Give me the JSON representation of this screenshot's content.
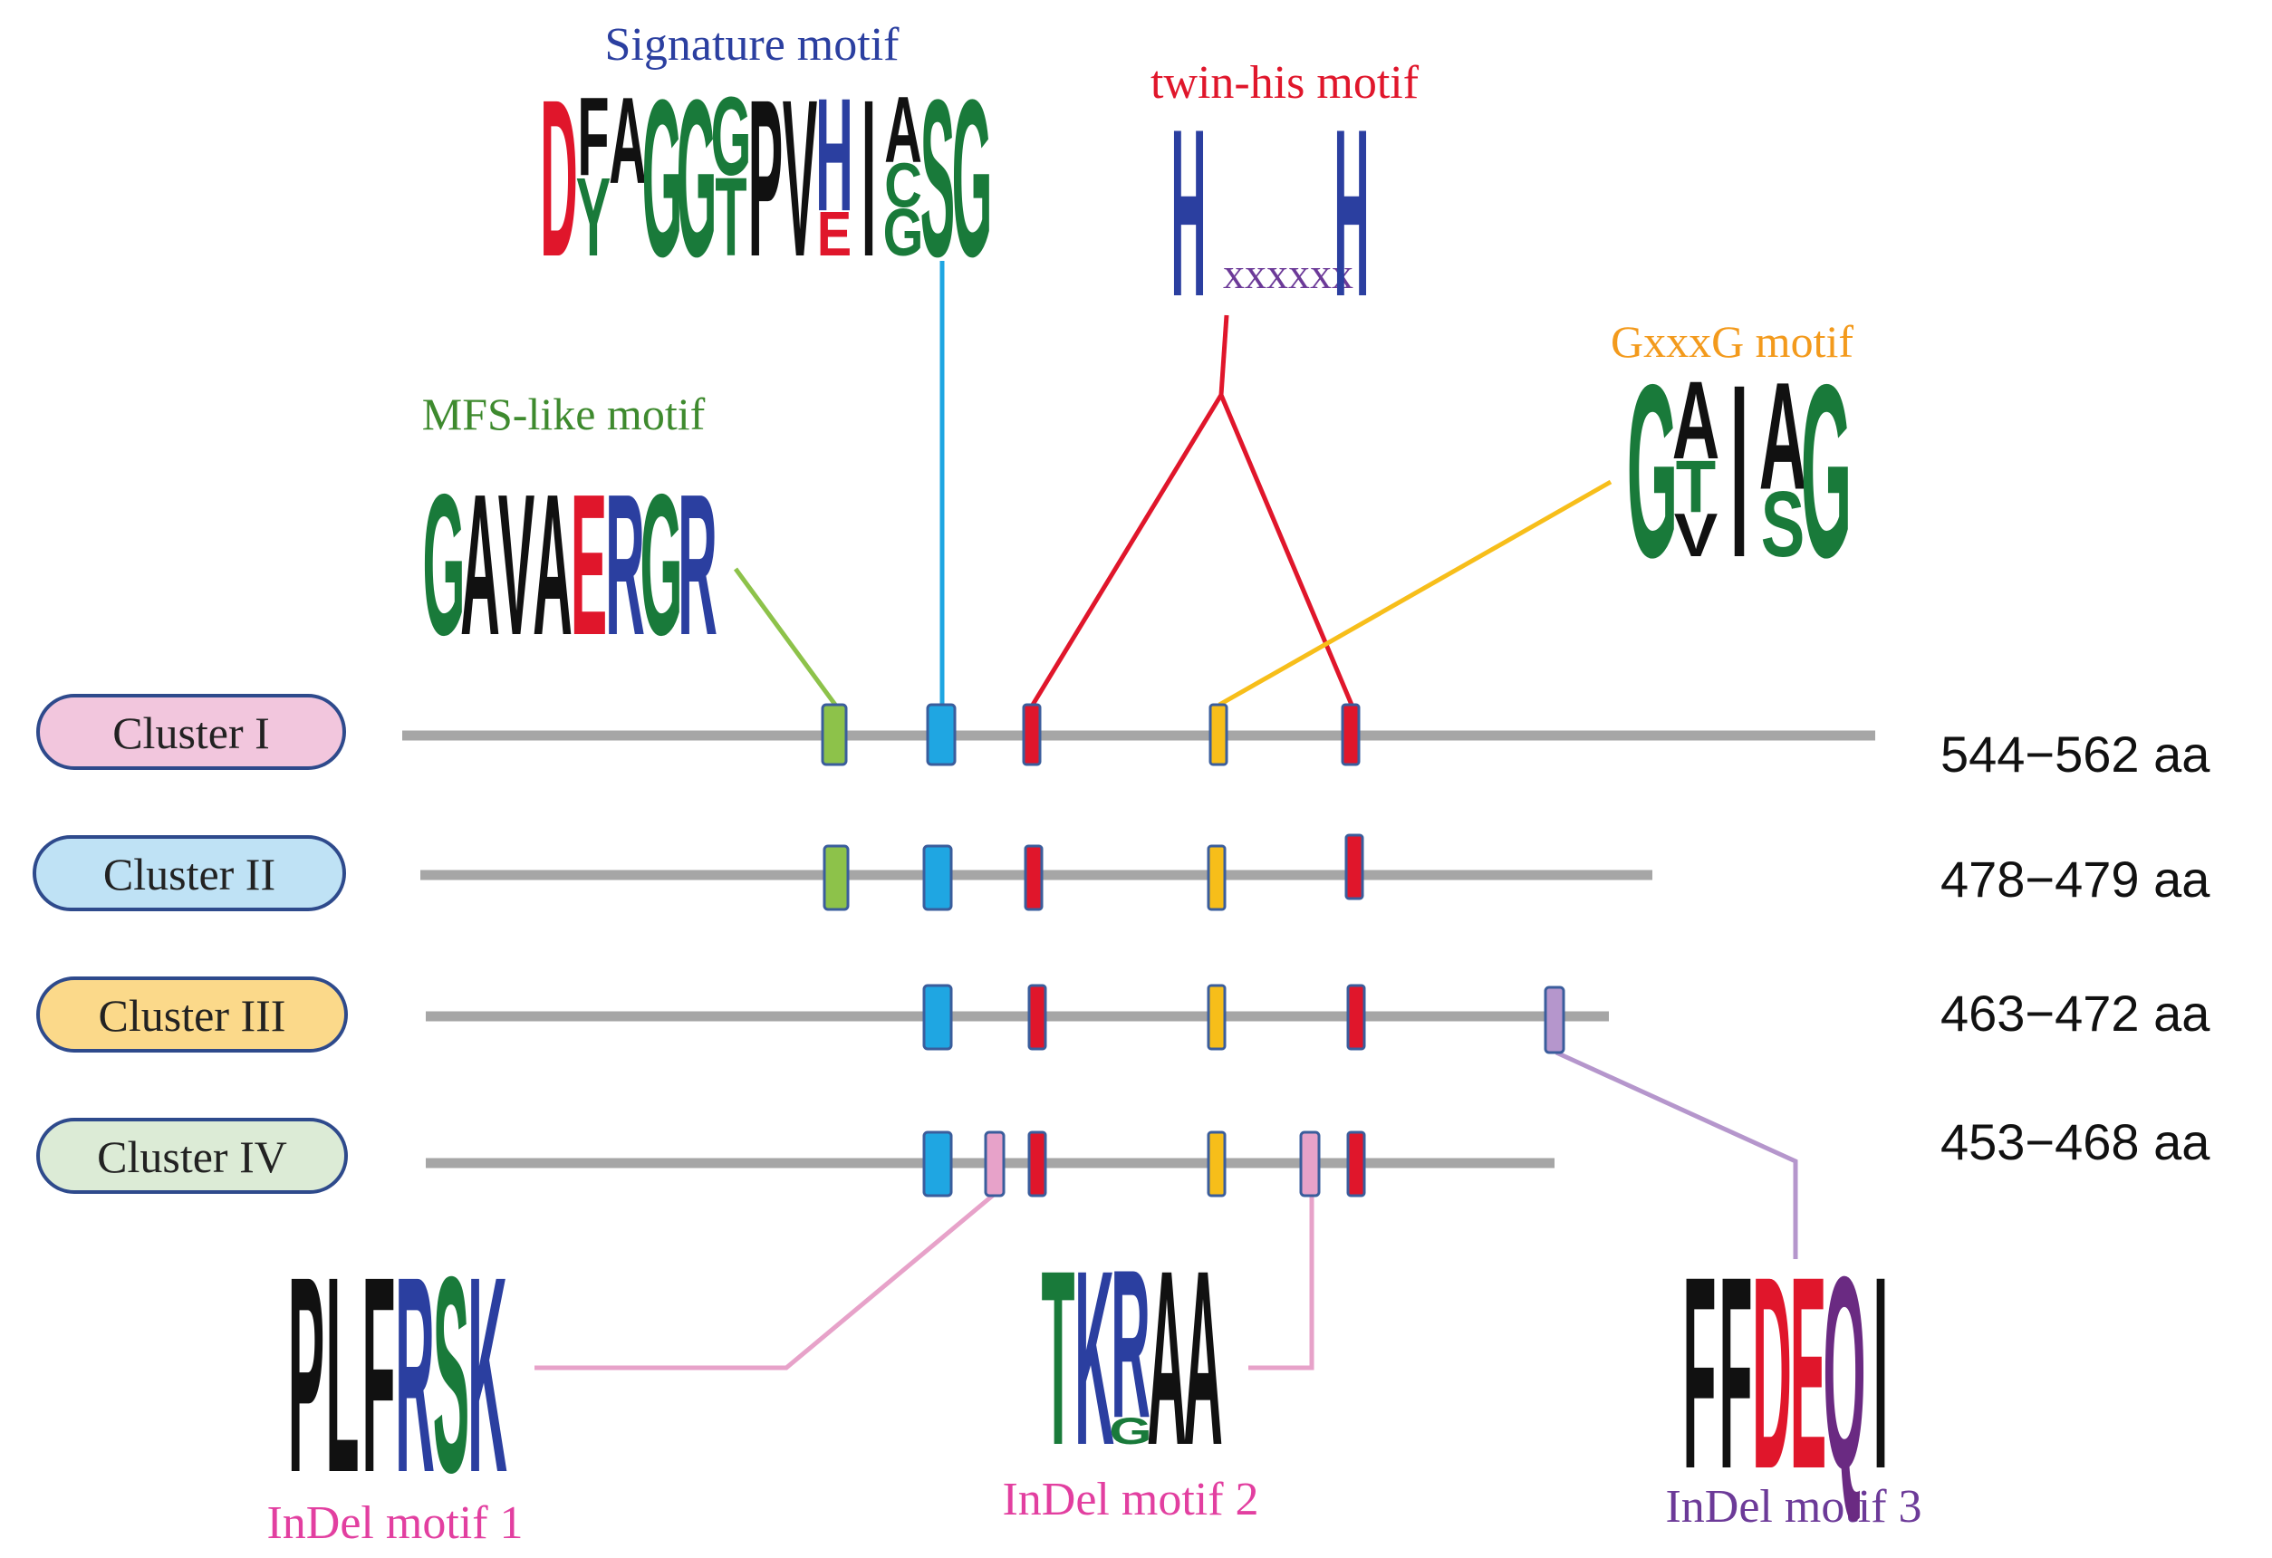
{
  "clusters": [
    {
      "label": "Cluster I",
      "length": "544−562 aa",
      "fill": "#f2c6dd"
    },
    {
      "label": "Cluster II",
      "length": "478−479 aa",
      "fill": "#bfe2f5"
    },
    {
      "label": "Cluster III",
      "length": "463−472 aa",
      "fill": "#fbd98a"
    },
    {
      "label": "Cluster IV",
      "length": "453−468 aa",
      "fill": "#dcebd6"
    }
  ],
  "motif_titles": {
    "signature": "Signature motif",
    "twin_his": "twin-his motif",
    "gxxxg": "GxxxG motif",
    "mfs": "MFS-like motif",
    "indel1": "InDel motif 1",
    "indel2": "InDel motif 2",
    "indel3": "InDel motif 3"
  },
  "twin_his_spacer": "xxxxxx",
  "colors": {
    "mfs": "#8dc24a",
    "signature": "#1fa6e2",
    "twin_his": "#e0162b",
    "gxxxg": "#f7be1a",
    "indel_pink": "#e7a2c9",
    "indel_purple": "#b596cc",
    "backbone": "#a6a6a6",
    "pill_border": "#2e4a8c",
    "title_blue": "#2b3fa0",
    "title_red": "#e0162b",
    "title_orange": "#f39a1c",
    "title_green": "#3e8a2e",
    "title_pink": "#e23fa0",
    "title_purple": "#6c3a98"
  },
  "logos": {
    "signature": [
      [
        {
          "l": "D",
          "c": "red"
        }
      ],
      [
        {
          "l": "F",
          "c": "black"
        },
        {
          "l": "Y",
          "c": "green"
        }
      ],
      [
        {
          "l": "A",
          "c": "black"
        }
      ],
      [
        {
          "l": "G",
          "c": "green"
        }
      ],
      [
        {
          "l": "G",
          "c": "green"
        }
      ],
      [
        {
          "l": "G",
          "c": "green"
        },
        {
          "l": "T",
          "c": "green"
        }
      ],
      [
        {
          "l": "P",
          "c": "black"
        }
      ],
      [
        {
          "l": "V",
          "c": "black"
        }
      ],
      [
        {
          "l": "H",
          "c": "blue"
        },
        {
          "l": "E",
          "c": "red"
        }
      ],
      [
        {
          "l": "I",
          "c": "black"
        }
      ],
      [
        {
          "l": "A",
          "c": "black"
        },
        {
          "l": "C",
          "c": "green"
        },
        {
          "l": "G",
          "c": "green"
        }
      ],
      [
        {
          "l": "S",
          "c": "green"
        }
      ],
      [
        {
          "l": "G",
          "c": "green"
        }
      ]
    ],
    "twin_his": [
      [
        {
          "l": "H",
          "c": "blue"
        }
      ],
      [
        {
          "l": "H",
          "c": "blue"
        }
      ]
    ],
    "gxxxg": [
      [
        {
          "l": "G",
          "c": "green"
        }
      ],
      [
        {
          "l": "A",
          "c": "black"
        },
        {
          "l": "T",
          "c": "green"
        },
        {
          "l": "V",
          "c": "black"
        }
      ],
      [
        {
          "l": "I",
          "c": "black"
        }
      ],
      [
        {
          "l": "A",
          "c": "black"
        },
        {
          "l": "S",
          "c": "green"
        }
      ],
      [
        {
          "l": "G",
          "c": "green"
        }
      ]
    ],
    "mfs": [
      [
        {
          "l": "G",
          "c": "green"
        }
      ],
      [
        {
          "l": "A",
          "c": "black"
        }
      ],
      [
        {
          "l": "V",
          "c": "black"
        }
      ],
      [
        {
          "l": "A",
          "c": "black"
        }
      ],
      [
        {
          "l": "E",
          "c": "red"
        }
      ],
      [
        {
          "l": "R",
          "c": "blue"
        }
      ],
      [
        {
          "l": "G",
          "c": "green"
        }
      ],
      [
        {
          "l": "R",
          "c": "blue"
        }
      ]
    ],
    "indel1": [
      [
        {
          "l": "P",
          "c": "black"
        }
      ],
      [
        {
          "l": "L",
          "c": "black"
        }
      ],
      [
        {
          "l": "F",
          "c": "black"
        }
      ],
      [
        {
          "l": "R",
          "c": "blue"
        }
      ],
      [
        {
          "l": "S",
          "c": "green"
        }
      ],
      [
        {
          "l": "K",
          "c": "blue"
        }
      ]
    ],
    "indel2": [
      [
        {
          "l": "T",
          "c": "green"
        }
      ],
      [
        {
          "l": "K",
          "c": "blue"
        }
      ],
      [
        {
          "l": "R",
          "c": "blue"
        },
        {
          "l": "G",
          "c": "green"
        }
      ],
      [
        {
          "l": "A",
          "c": "black"
        }
      ],
      [
        {
          "l": "A",
          "c": "black"
        }
      ]
    ],
    "indel3": [
      [
        {
          "l": "F",
          "c": "black"
        }
      ],
      [
        {
          "l": "F",
          "c": "black"
        }
      ],
      [
        {
          "l": "D",
          "c": "red"
        }
      ],
      [
        {
          "l": "E",
          "c": "red"
        }
      ],
      [
        {
          "l": "Q",
          "c": "purple"
        }
      ],
      [
        {
          "l": "I",
          "c": "black"
        }
      ]
    ]
  }
}
